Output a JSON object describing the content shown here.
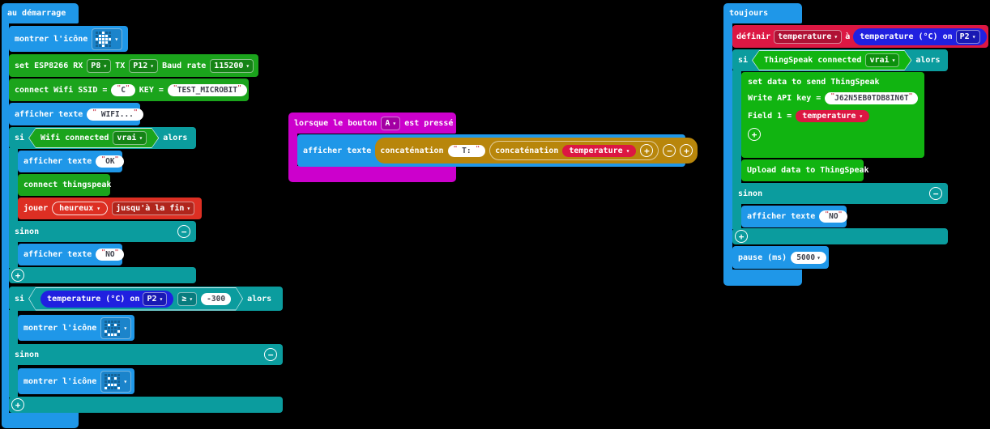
{
  "palette": {
    "canvas": "#000000",
    "basic_blue": "#1f97e8",
    "logic_teal": "#0b9c9e",
    "esp8266_green": "#1ba41c",
    "thingspeak_green": "#11b411",
    "music_red": "#dd2f23",
    "variables_crimson": "#dc1743",
    "sensor_navy": "#2020e0",
    "input_magenta": "#cc00cc",
    "text_gold": "#b8860b"
  },
  "icons": {
    "diamond": [
      "..X..",
      ".XXX.",
      "XXXXX",
      ".XXX.",
      "..X.."
    ],
    "happy": [
      ".....",
      ".X.X.",
      ".....",
      "X...X",
      ".XXX."
    ],
    "sad": [
      ".....",
      ".X.X.",
      ".....",
      ".XXX.",
      "X...X"
    ]
  },
  "on_start": {
    "hat": "au démarrage",
    "show_icon": {
      "label": "montrer l'icône",
      "icon": "diamond"
    },
    "esp_init": {
      "label": "set ESP8266 RX",
      "rx": "P8",
      "tx_label": "TX",
      "tx": "P12",
      "baud_label": "Baud rate",
      "baud": "115200"
    },
    "wifi_connect": {
      "label": "connect Wifi SSID =",
      "ssid": "C",
      "key_label": "KEY =",
      "key": "TEST_MICROBIT"
    },
    "show_wifi": {
      "label": "afficher texte",
      "value": " WIFI..."
    },
    "if_wifi": {
      "si": "si",
      "cond": "Wifi connected",
      "state": "vrai",
      "alors": "alors",
      "show_ok": {
        "label": "afficher texte",
        "value": "OK"
      },
      "connect_ts": "connect thingspeak",
      "play": {
        "label": "jouer",
        "melody": "heureux",
        "mode": "jusqu'à la fin"
      },
      "sinon": "sinon",
      "show_no": {
        "label": "afficher texte",
        "value": "NO"
      }
    },
    "if_temp": {
      "si": "si",
      "sensor": "temperature (°C) on",
      "pin": "P2",
      "op": "≥",
      "value": "-300",
      "alors": "alors",
      "show_happy": {
        "label": "montrer l'icône",
        "icon": "happy"
      },
      "sinon": "sinon",
      "show_sad": {
        "label": "montrer l'icône",
        "icon": "sad"
      }
    }
  },
  "on_button": {
    "hat": {
      "label": "lorsque le bouton",
      "button": "A",
      "suffix": "est pressé"
    },
    "show_text": {
      "label": "afficher texte",
      "join_outer": {
        "label": "concaténation",
        "value": " T: "
      },
      "join_inner": {
        "label": "concaténation",
        "var": "temperature"
      }
    }
  },
  "forever": {
    "hat": "toujours",
    "set_var": {
      "label": "définir",
      "var": "temperature",
      "to": "à",
      "sensor": "temperature (°C) on",
      "pin": "P2"
    },
    "if_ts": {
      "si": "si",
      "cond": "ThingSpeak connected",
      "state": "vrai",
      "alors": "alors",
      "set_data": {
        "title": "set data to send ThingSpeak",
        "api_label": "Write API key =",
        "api_key": "J62N5EB0TDB8IN6T",
        "field_label": "Field 1 =",
        "field_var": "temperature"
      },
      "upload": "Upload data to ThingSpeak",
      "sinon": "sinon",
      "show_no": {
        "label": "afficher texte",
        "value": "NO"
      }
    },
    "pause": {
      "label": "pause (ms)",
      "value": "5000"
    }
  }
}
